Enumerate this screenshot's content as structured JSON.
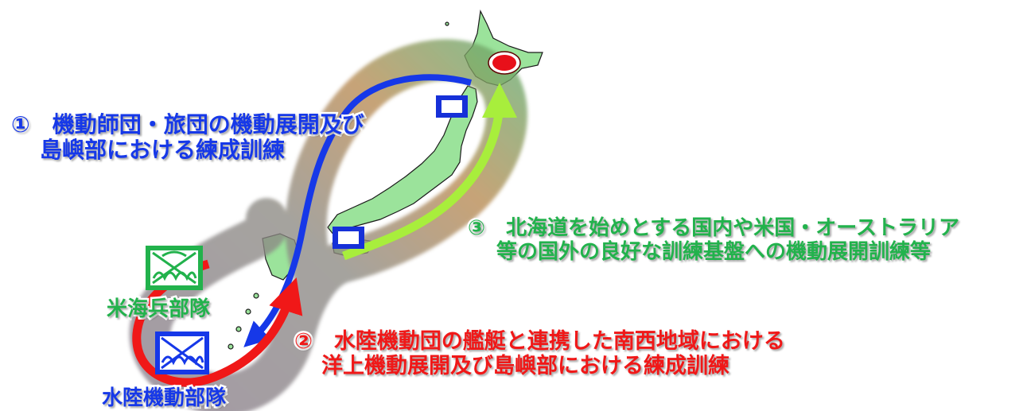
{
  "captions": {
    "c1": {
      "number": "①",
      "line1": "機動師団・旅団の機動展開及び",
      "line2": "島嶼部における練成訓練",
      "color": "#1638e8"
    },
    "c2": {
      "number": "②",
      "line1": "水陸機動団の艦艇と連携した南西地域における",
      "line2": "洋上機動展開及び島嶼部における練成訓練",
      "color": "#f01818"
    },
    "c3": {
      "number": "③",
      "line1": "北海道を始めとする国内や米国・オーストラリア",
      "line2": "等の国外の良好な訓練基盤への機動展開訓練等",
      "color": "#22b24c"
    }
  },
  "units": {
    "marine": {
      "label": "米海兵部隊",
      "color": "#22b24c",
      "icon": "marine-unit-symbol-icon"
    },
    "amphibious": {
      "label": "水陸機動部隊",
      "color": "#1638e8",
      "icon": "amphibious-unit-symbol-icon"
    }
  },
  "colors": {
    "land": "#9be39b",
    "loop": "#8a7f86",
    "arrow_blue": "#1638e8",
    "arrow_red": "#f01818",
    "arrow_green": "#a8ee3c",
    "target_marker": "#e8101a"
  }
}
